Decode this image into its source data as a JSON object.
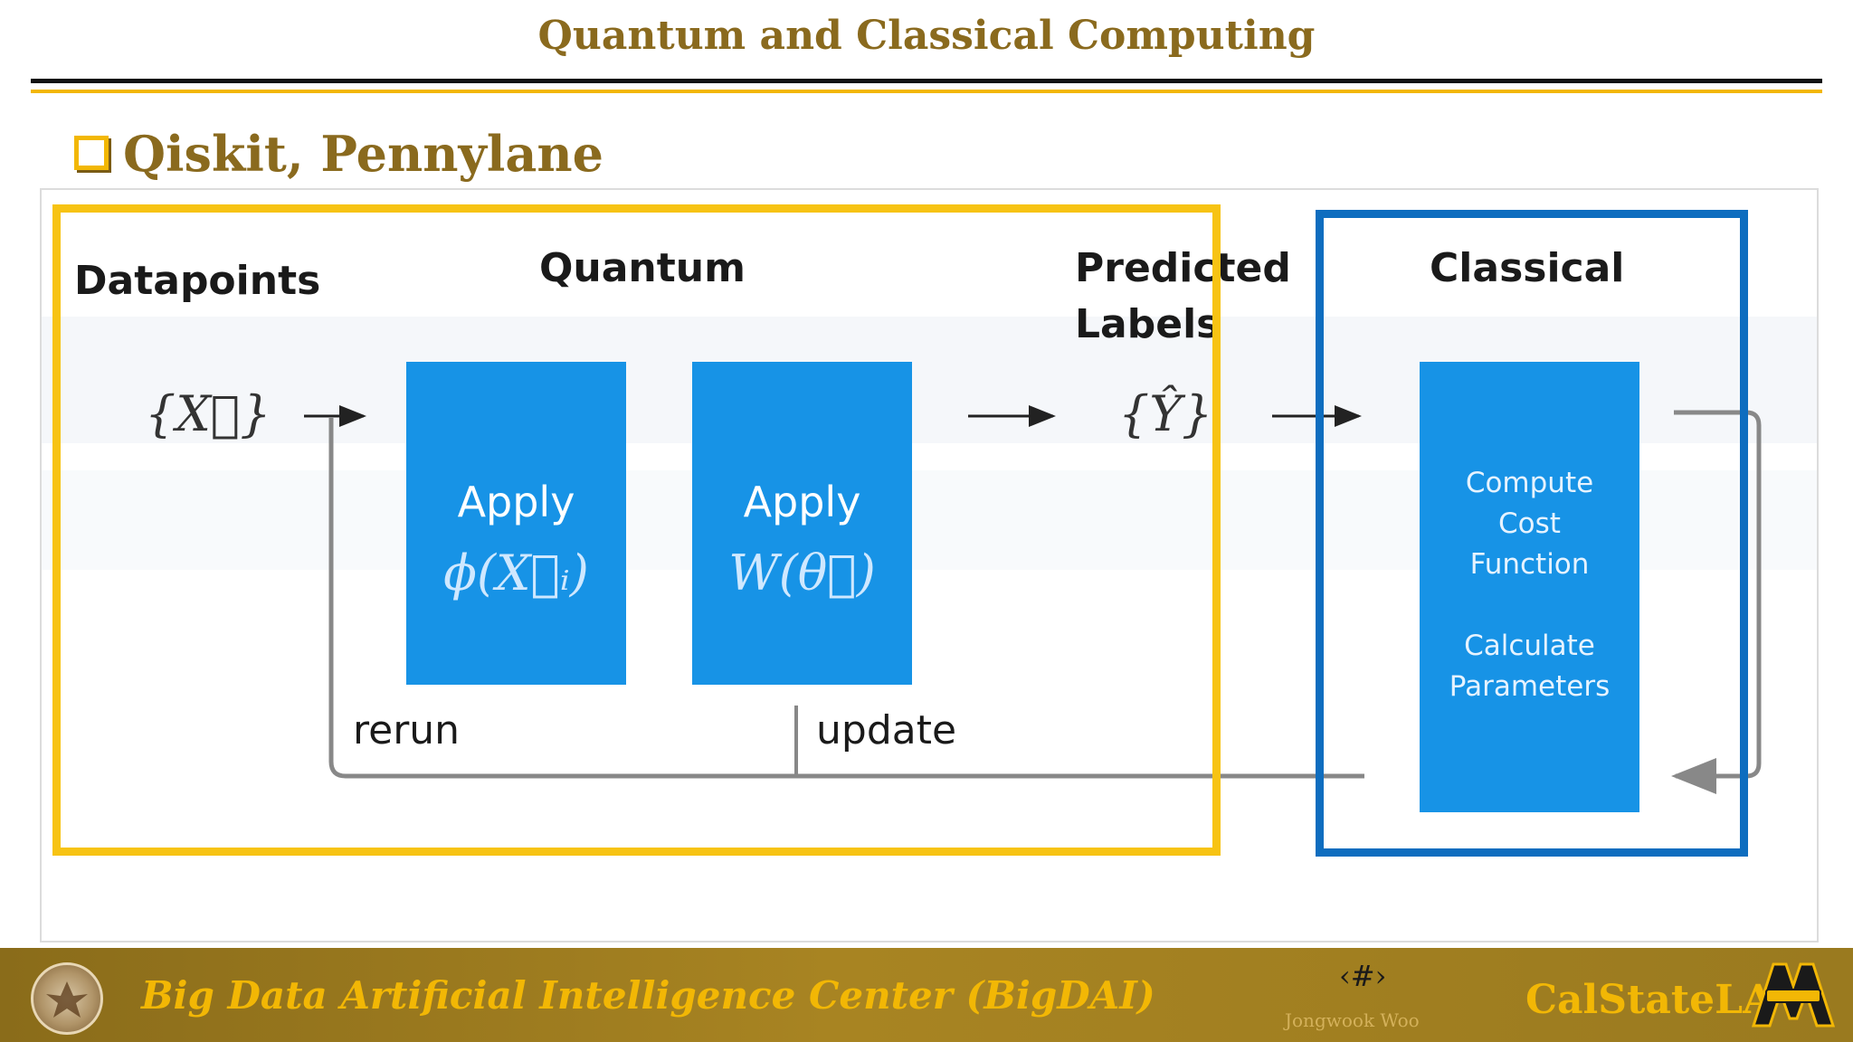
{
  "slide": {
    "title": "Quantum and Classical Computing",
    "subtitle": "Qiskit, Pennylane"
  },
  "diagram": {
    "headings": {
      "datapoints": "Datapoints",
      "quantum": "Quantum",
      "predicted_line1": "Predicted",
      "predicted_line2": "Labels",
      "classical": "Classical"
    },
    "input_symbol": "{X⃗}",
    "output_symbol": "{Ŷ}",
    "apply_box_1": {
      "label": "Apply",
      "symbol": "ϕ(X⃗ᵢ)"
    },
    "apply_box_2": {
      "label": "Apply",
      "symbol": "W(θ⃗)"
    },
    "classical_box": {
      "line1": "Compute",
      "line2": "Cost",
      "line3": "Function",
      "line4": "Calculate",
      "line5": "Parameters"
    },
    "rerun_label": "rerun",
    "update_label": "update"
  },
  "footer": {
    "center_name": "Big Data Artificial Intelligence Center (BigDAI)",
    "page_number": "‹#›",
    "author": "Jongwook Woo",
    "brand": "CalStateLA"
  },
  "colors": {
    "title_gold": "#8a6a1e",
    "accent_yellow": "#f7c313",
    "accent_blue": "#0e6dbf",
    "box_blue": "#1793e6"
  }
}
